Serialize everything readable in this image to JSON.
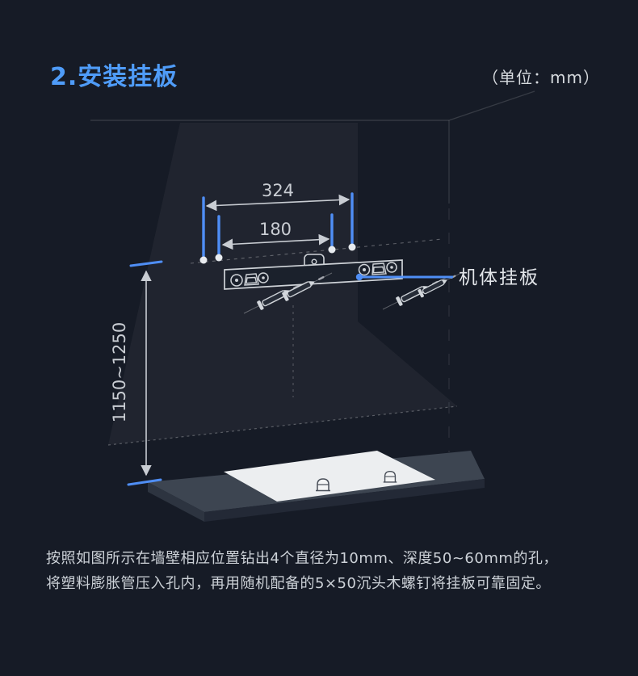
{
  "header": {
    "title": "2.安装挂板",
    "unit_note": "（单位：mm）"
  },
  "diagram": {
    "labels": {
      "outer_hole_spacing": "324",
      "inner_hole_spacing": "180",
      "install_height_range": "1150~1250",
      "bracket_name": "机体挂板"
    },
    "colors": {
      "background": "#161b26",
      "accent_blue": "#4f8ef5",
      "line_gray": "#c9cdd3",
      "title_blue": "#4f9cf8",
      "stove_white": "#eceef0",
      "counter_gray": "#3d4551"
    },
    "hole_count": "4",
    "hole_diameter": "10mm",
    "hole_depth": "50~60mm",
    "screw_spec": "5×50"
  },
  "instructions": {
    "line1": "按照如图所示在墙壁相应位置钻出4个直径为10mm、深度50~60mm的孔，",
    "line2": "将塑料膨胀管压入孔内，再用随机配备的5×50沉头木螺钉将挂板可靠固定。"
  }
}
